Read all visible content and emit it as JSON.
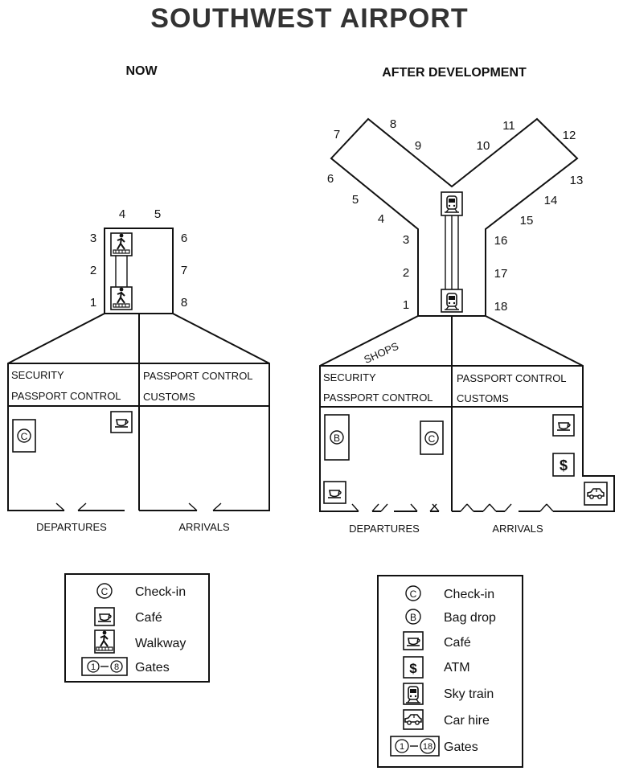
{
  "title": "SOUTHWEST AIRPORT",
  "now": {
    "heading": "NOW",
    "gates": [
      "1",
      "2",
      "3",
      "4",
      "5",
      "6",
      "7",
      "8"
    ],
    "zones": {
      "left_line1": "SECURITY",
      "left_line2": "PASSPORT CONTROL",
      "right_line1": "PASSPORT CONTROL",
      "right_line2": "CUSTOMS"
    },
    "exits": {
      "departures": "DEPARTURES",
      "arrivals": "ARRIVALS"
    },
    "legend": [
      {
        "icon": "check-in-icon",
        "label": "Check-in"
      },
      {
        "icon": "cafe-icon",
        "label": "Café"
      },
      {
        "icon": "walkway-icon",
        "label": "Walkway"
      },
      {
        "icon": "gates-icon",
        "label": "Gates",
        "range": [
          "1",
          "8"
        ]
      }
    ]
  },
  "after": {
    "heading": "AFTER DEVELOPMENT",
    "gates": [
      "1",
      "2",
      "3",
      "4",
      "5",
      "6",
      "7",
      "8",
      "9",
      "10",
      "11",
      "12",
      "13",
      "14",
      "15",
      "16",
      "17",
      "18"
    ],
    "shops": "SHOPS",
    "zones": {
      "left_line1": "SECURITY",
      "left_line2": "PASSPORT CONTROL",
      "right_line1": "PASSPORT CONTROL",
      "right_line2": "CUSTOMS"
    },
    "exits": {
      "departures": "DEPARTURES",
      "arrivals": "ARRIVALS"
    },
    "legend": [
      {
        "icon": "check-in-icon",
        "label": "Check-in"
      },
      {
        "icon": "bag-drop-icon",
        "label": "Bag drop"
      },
      {
        "icon": "cafe-icon",
        "label": "Café"
      },
      {
        "icon": "atm-icon",
        "label": "ATM"
      },
      {
        "icon": "sky-train-icon",
        "label": "Sky train"
      },
      {
        "icon": "car-hire-icon",
        "label": "Car hire"
      },
      {
        "icon": "gates-icon",
        "label": "Gates",
        "range": [
          "1",
          "18"
        ]
      }
    ]
  },
  "symbols": {
    "check_in": "C",
    "bag_drop": "B",
    "atm": "$"
  }
}
